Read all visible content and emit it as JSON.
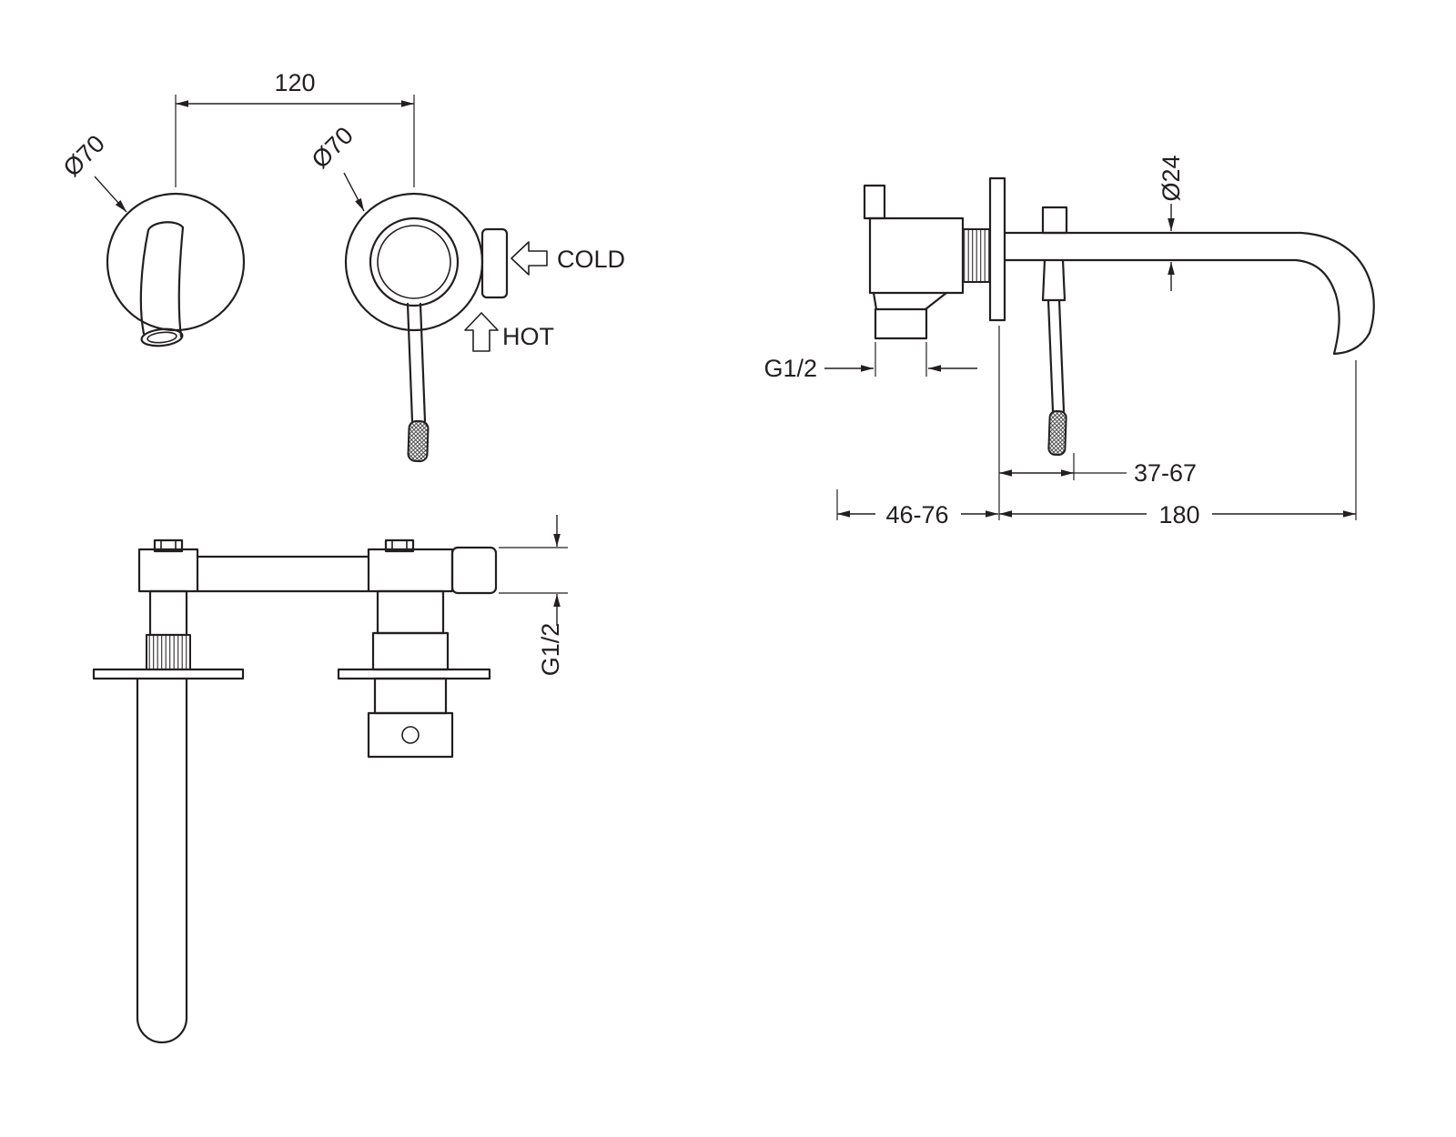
{
  "drawing": {
    "background": "#ffffff",
    "line_color": "#231f20",
    "views": {
      "front": {
        "dims": {
          "spacing": "120",
          "left_diameter": "Ø70",
          "right_diameter": "Ø70"
        },
        "labels": {
          "cold": "COLD",
          "hot": "HOT"
        }
      },
      "plan": {
        "dims": {
          "outlet_thread": "G1/2"
        }
      },
      "side": {
        "dims": {
          "spout_diameter": "Ø24",
          "inlet_thread": "G1/2",
          "handle_clearance": "37-67",
          "wall_depth": "46-76",
          "spout_reach": "180"
        }
      }
    }
  }
}
